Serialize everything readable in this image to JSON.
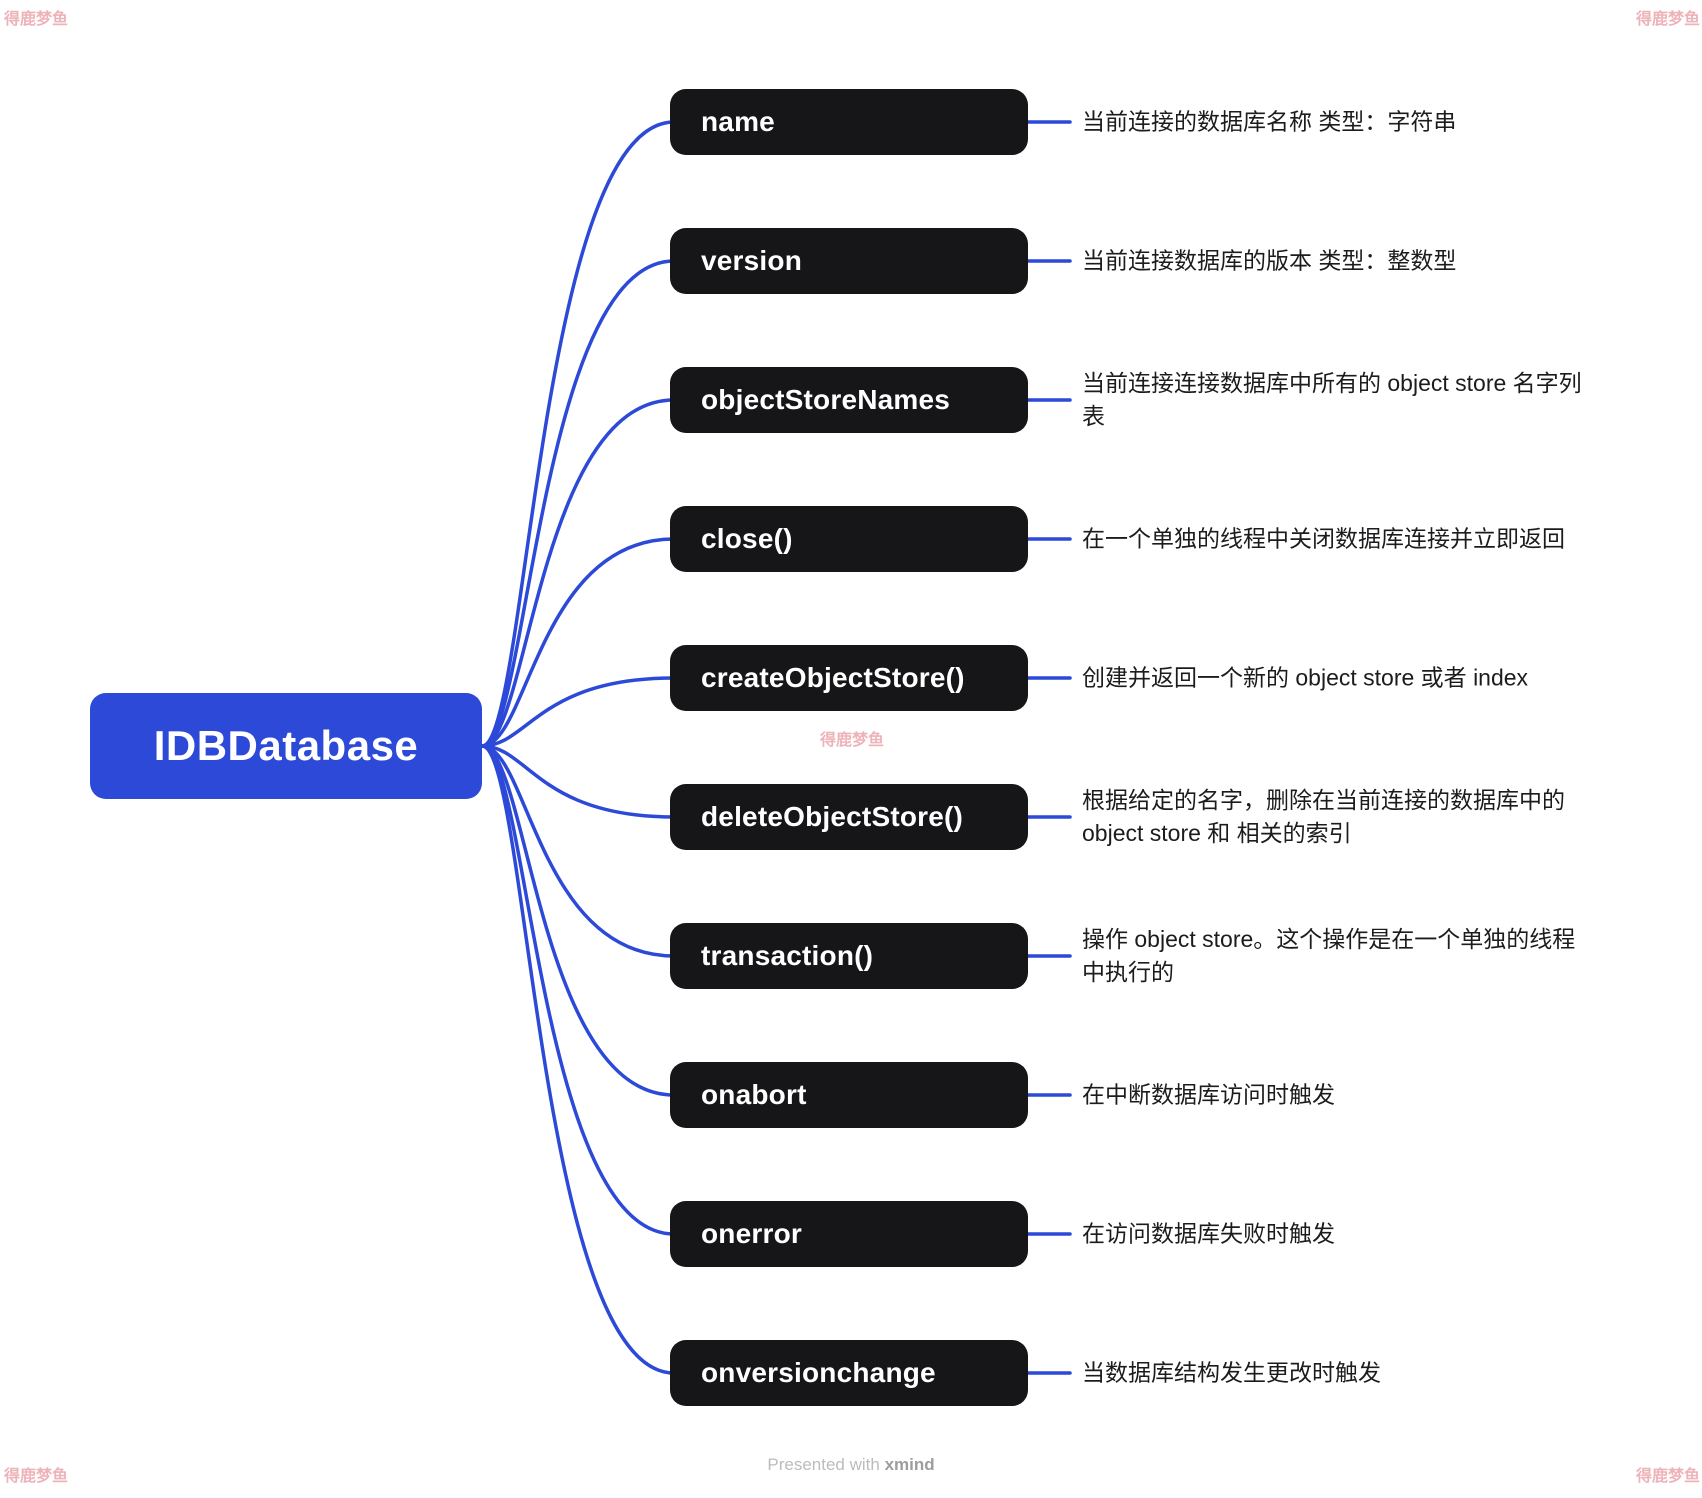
{
  "root": {
    "label": "IDBDatabase"
  },
  "branches": [
    {
      "label": "name",
      "desc": "当前连接的数据库名称 类型：字符串"
    },
    {
      "label": "version",
      "desc": "当前连接数据库的版本 类型：整数型"
    },
    {
      "label": "objectStoreNames",
      "desc": "当前连接连接数据库中所有的 object store 名字列表"
    },
    {
      "label": "close()",
      "desc": "在一个单独的线程中关闭数据库连接并立即返回"
    },
    {
      "label": "createObjectStore()",
      "desc": "创建并返回一个新的 object store 或者 index"
    },
    {
      "label": "deleteObjectStore()",
      "desc": "根据给定的名字，删除在当前连接的数据库中的 object store 和 相关的索引"
    },
    {
      "label": "transaction()",
      "desc": "操作 object store。这个操作是在一个单独的线程中执行的"
    },
    {
      "label": "onabort",
      "desc": "在中断数据库访问时触发"
    },
    {
      "label": "onerror",
      "desc": "在访问数据库失败时触发"
    },
    {
      "label": "onversionchange",
      "desc": "当数据库结构发生更改时触发"
    }
  ],
  "footer": {
    "prefix": "Presented with ",
    "brand": "xmind"
  },
  "watermark": {
    "text": "得鹿梦鱼"
  },
  "colors": {
    "accent_blue": "#2c49d8",
    "topic_black": "#161618",
    "desc_text": "#1c1c1e",
    "watermark_pink": "#eba6ad"
  }
}
